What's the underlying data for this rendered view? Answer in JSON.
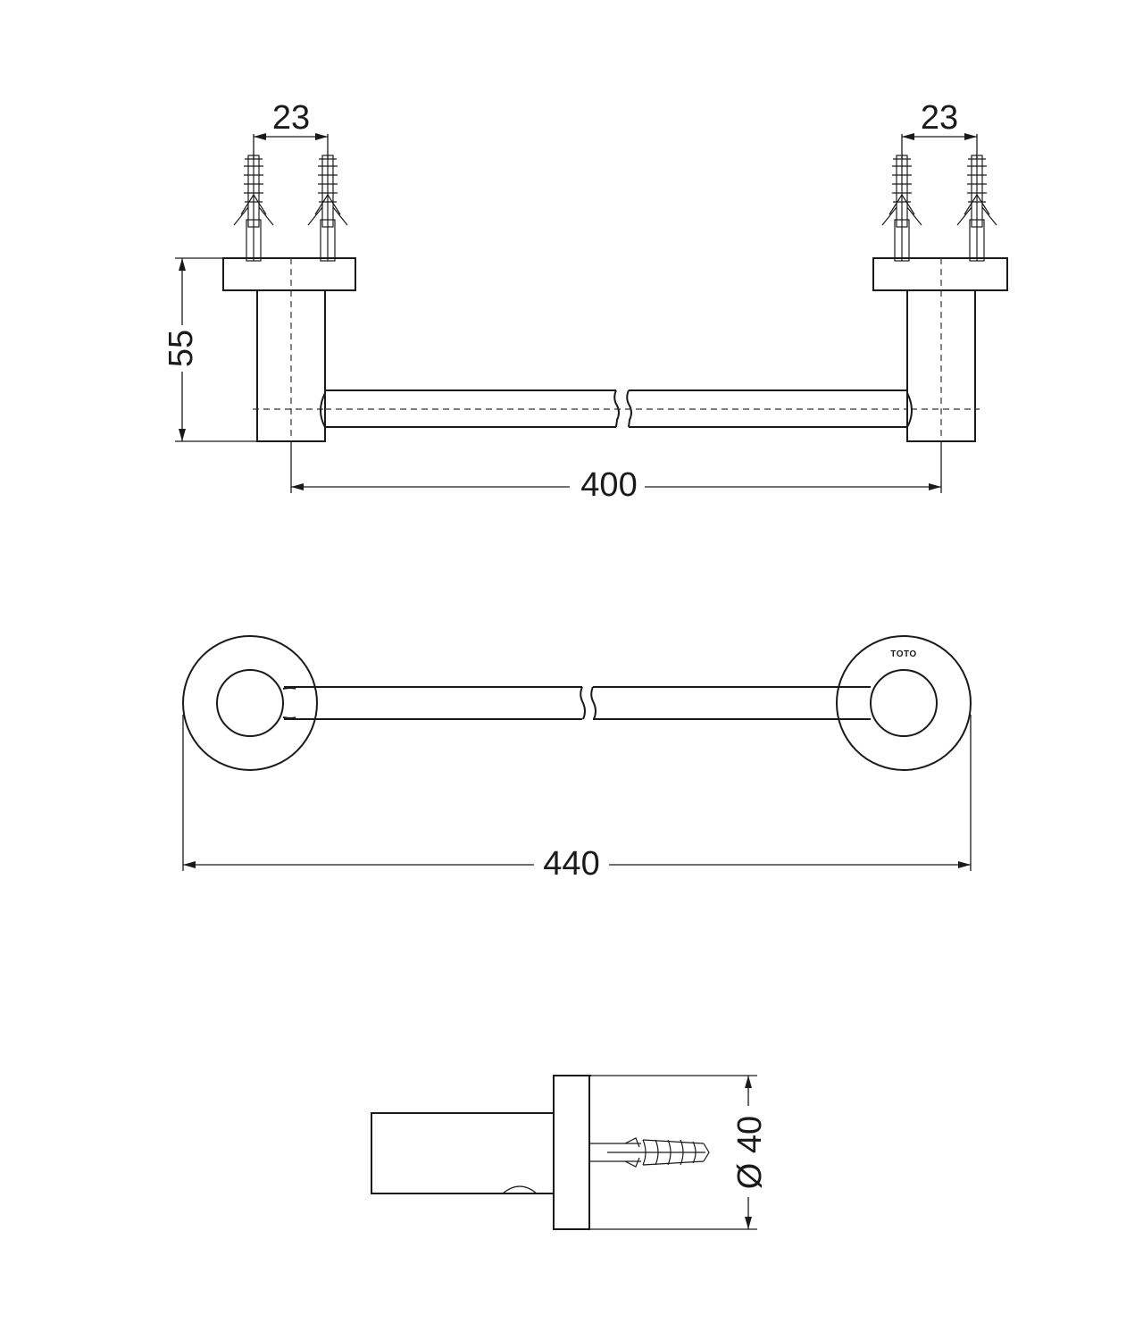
{
  "drawing": {
    "front_view": {
      "dim_anchor_spacing_left": "23",
      "dim_anchor_spacing_right": "23",
      "dim_height": "55",
      "dim_center_distance": "400"
    },
    "top_view": {
      "dim_overall_length": "440",
      "logo": "TOTO"
    },
    "side_view": {
      "dim_diameter": "Ø 40"
    }
  }
}
